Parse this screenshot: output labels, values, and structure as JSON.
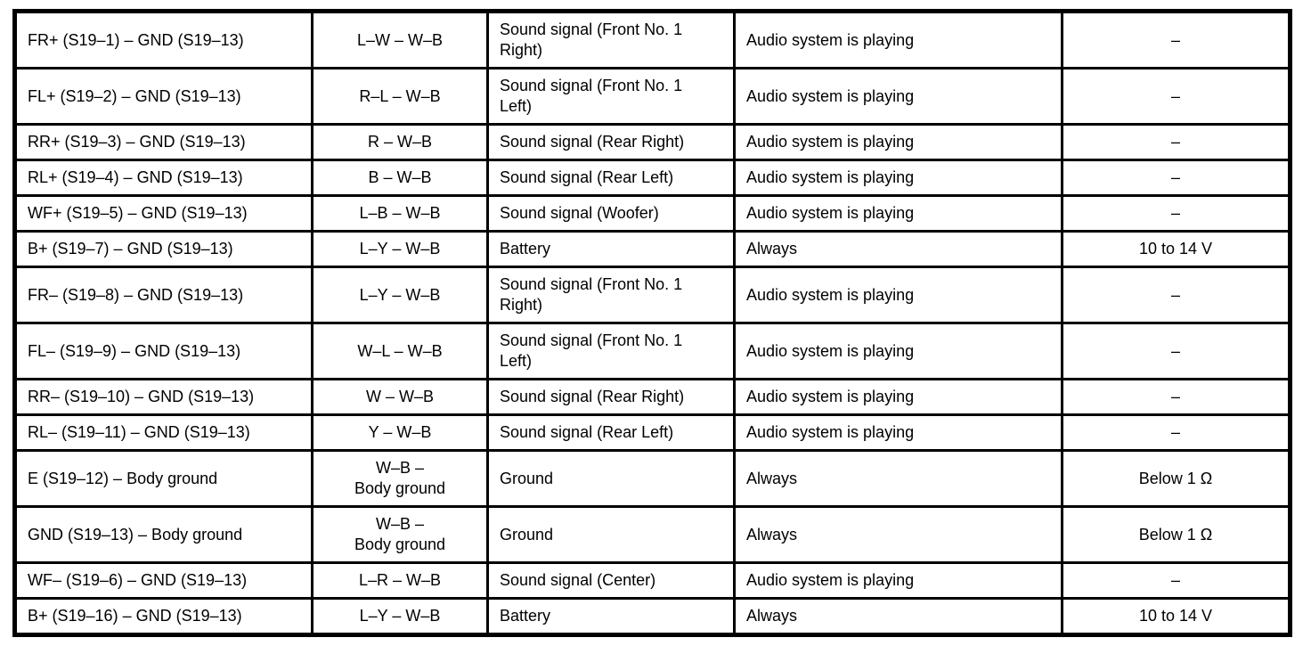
{
  "colors": {
    "background": "#ffffff",
    "border": "#000000",
    "text": "#000000"
  },
  "table": {
    "description": "terminal-specification-table",
    "rows": [
      [
        "FR+ (S19–1) – GND (S19–13)",
        "L–W – W–B",
        "Sound signal (Front No. 1\nRight)",
        "Audio system is playing",
        "–"
      ],
      [
        "FL+ (S19–2) – GND (S19–13)",
        "R–L – W–B",
        "Sound signal (Front No. 1\nLeft)",
        "Audio system is playing",
        "–"
      ],
      [
        "RR+ (S19–3) – GND (S19–13)",
        "R – W–B",
        "Sound signal (Rear Right)",
        "Audio system is playing",
        "–"
      ],
      [
        "RL+ (S19–4) – GND (S19–13)",
        "B – W–B",
        "Sound signal (Rear Left)",
        "Audio system is playing",
        "–"
      ],
      [
        "WF+ (S19–5) – GND (S19–13)",
        "L–B – W–B",
        "Sound signal (Woofer)",
        "Audio system is playing",
        "–"
      ],
      [
        "B+ (S19–7) – GND (S19–13)",
        "L–Y – W–B",
        "Battery",
        "Always",
        "10 to 14 V"
      ],
      [
        "FR– (S19–8) – GND (S19–13)",
        "L–Y – W–B",
        "Sound signal (Front No. 1\nRight)",
        "Audio system is playing",
        "–"
      ],
      [
        "FL– (S19–9) – GND (S19–13)",
        "W–L – W–B",
        "Sound signal (Front No. 1\nLeft)",
        "Audio system is playing",
        "–"
      ],
      [
        "RR– (S19–10) – GND (S19–13)",
        "W – W–B",
        "Sound signal (Rear Right)",
        "Audio system is playing",
        "–"
      ],
      [
        "RL– (S19–11) – GND (S19–13)",
        "Y – W–B",
        "Sound signal (Rear Left)",
        "Audio system is playing",
        "–"
      ],
      [
        "E (S19–12) – Body ground",
        "W–B –\nBody ground",
        "Ground",
        "Always",
        "Below 1 Ω"
      ],
      [
        "GND (S19–13) – Body ground",
        "W–B –\nBody ground",
        "Ground",
        "Always",
        "Below 1 Ω"
      ],
      [
        "WF– (S19–6) – GND (S19–13)",
        "L–R – W–B",
        "Sound signal (Center)",
        "Audio system is playing",
        "–"
      ],
      [
        "B+ (S19–16) – GND (S19–13)",
        "L–Y – W–B",
        "Battery",
        "Always",
        "10 to 14 V"
      ]
    ]
  }
}
